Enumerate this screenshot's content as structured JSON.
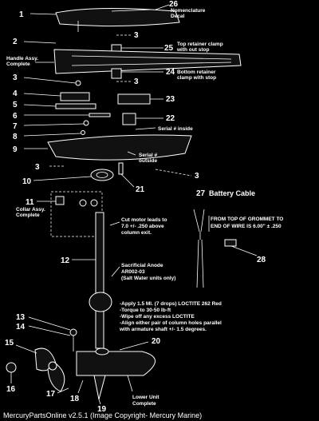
{
  "diagram": {
    "callouts": {
      "c1": "1",
      "c2": "2",
      "c3": "3",
      "c4": "4",
      "c5": "5",
      "c6": "6",
      "c7": "7",
      "c8": "8",
      "c9": "9",
      "c10": "10",
      "c11": "11",
      "c12": "12",
      "c13": "13",
      "c14": "14",
      "c15": "15",
      "c16": "16",
      "c17": "17",
      "c18": "18",
      "c19": "19",
      "c20": "20",
      "c21": "21",
      "c22": "22",
      "c23": "23",
      "c24": "24",
      "c25": "25",
      "c26": "26",
      "c27": "27",
      "c28": "28"
    },
    "labels": {
      "nomenclature_1": "Nomenclature",
      "nomenclature_2": "Decal",
      "top_clamp_1": "Top retainer clamp",
      "top_clamp_2": "with out stop",
      "bottom_clamp_1": "Bottom retainer",
      "bottom_clamp_2": "clamp with stop",
      "handle_1": "Handle Assy.",
      "handle_2": "Complete",
      "serial_inside": "Serial # inside",
      "serial_outside_1": "Serial #",
      "serial_outside_2": "outside",
      "collar_1": "Collar Assy.",
      "collar_2": "Complete",
      "battery_cable": "Battery Cable",
      "grommet_1": "FROM TOP OF GROMMET TO",
      "grommet_2": "END OF WIRE IS 6.00\" ± .250",
      "cut_motor_1": "Cut motor leads to",
      "cut_motor_2": "7.0 +/- .250 above",
      "cut_motor_3": "column exit.",
      "anode_1": "Sacrificial Anode",
      "anode_2": "AR002-03",
      "anode_3": "(Salt Water units only)",
      "note_1": "-Apply 1.5 Ml. (7 drops) LOCTITE 262 Red",
      "note_2": "-Torque to 30-50 lb-ft",
      "note_3": "-Wipe off any excess LOCTITE",
      "note_4": "-Align either pair of column holes parallel",
      "note_5": "with armature shaft +/- 1.5 degrees.",
      "lower_unit_1": "Lower Unit",
      "lower_unit_2": "Complete"
    },
    "footer": "MercuryPartsOnline v2.5.1 (Image Copyright- Mercury Marine)"
  }
}
